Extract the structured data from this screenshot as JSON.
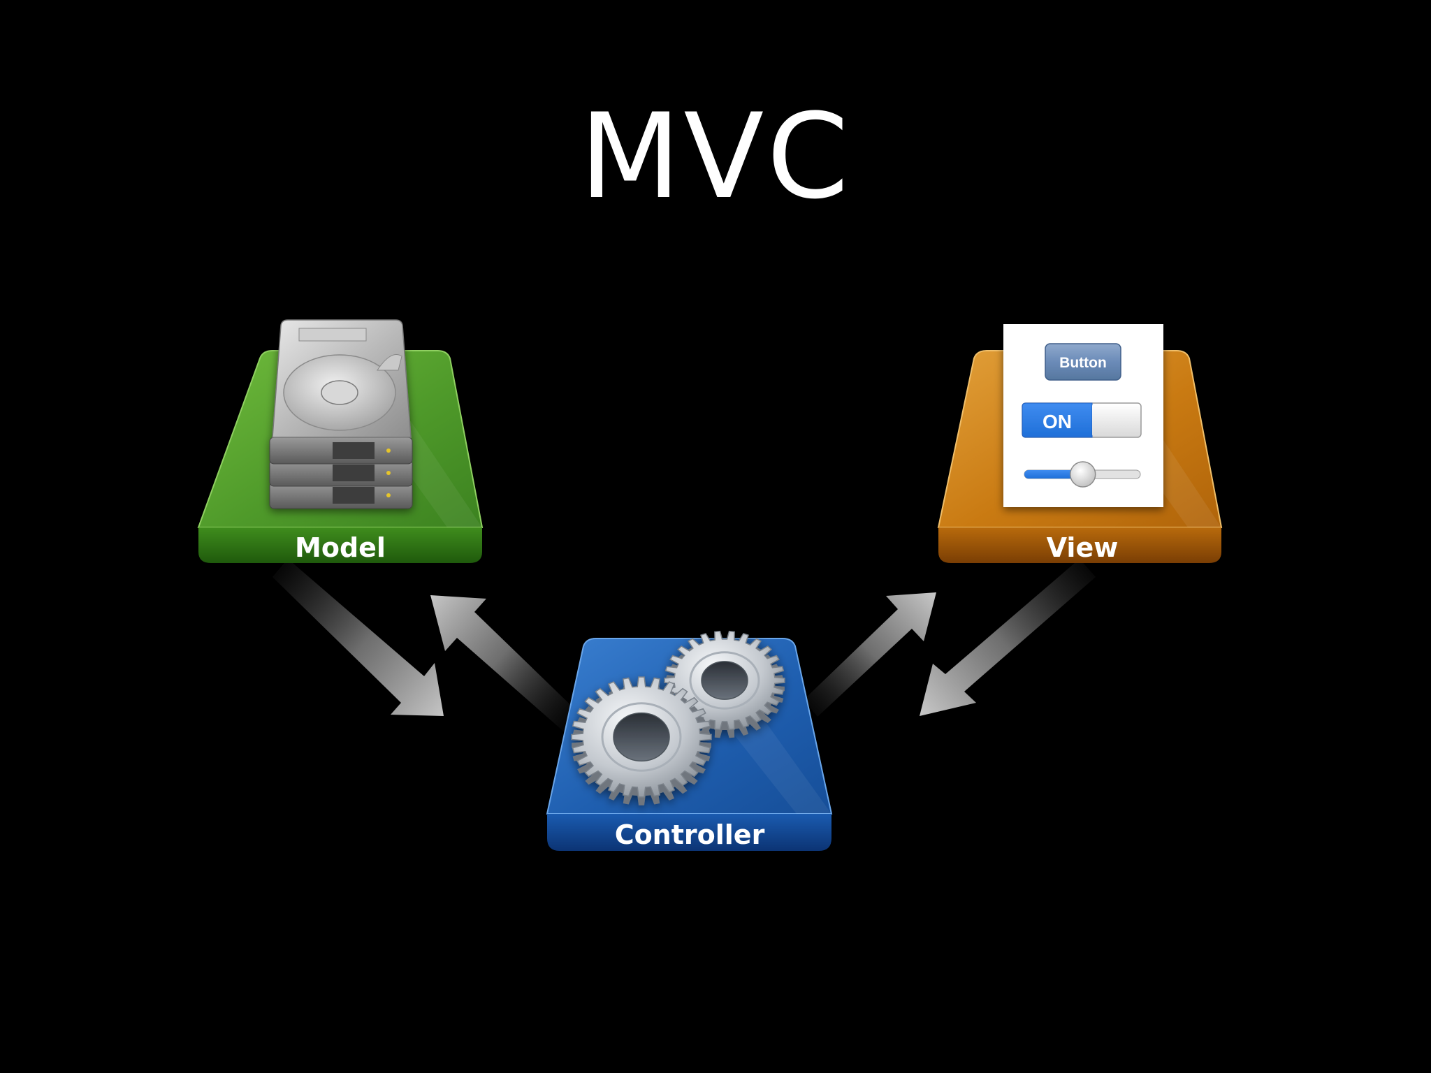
{
  "slide": {
    "title": "MVC"
  },
  "nodes": {
    "model": {
      "label": "Model",
      "icon": "hard-drive-stack-icon",
      "color": "#4f9a2a"
    },
    "view": {
      "label": "View",
      "icon": "ui-controls-panel-icon",
      "color": "#c97a12"
    },
    "controller": {
      "label": "Controller",
      "icon": "gears-icon",
      "color": "#1f5fb0"
    }
  },
  "view_panel": {
    "button_label": "Button",
    "toggle_label": "ON",
    "slider_level": 0.42
  },
  "arrows": [
    {
      "from": "model",
      "to": "controller",
      "direction": "one-way"
    },
    {
      "from": "controller",
      "to": "model",
      "direction": "one-way"
    },
    {
      "from": "controller",
      "to": "view",
      "direction": "one-way"
    },
    {
      "from": "view",
      "to": "controller",
      "direction": "one-way"
    }
  ]
}
